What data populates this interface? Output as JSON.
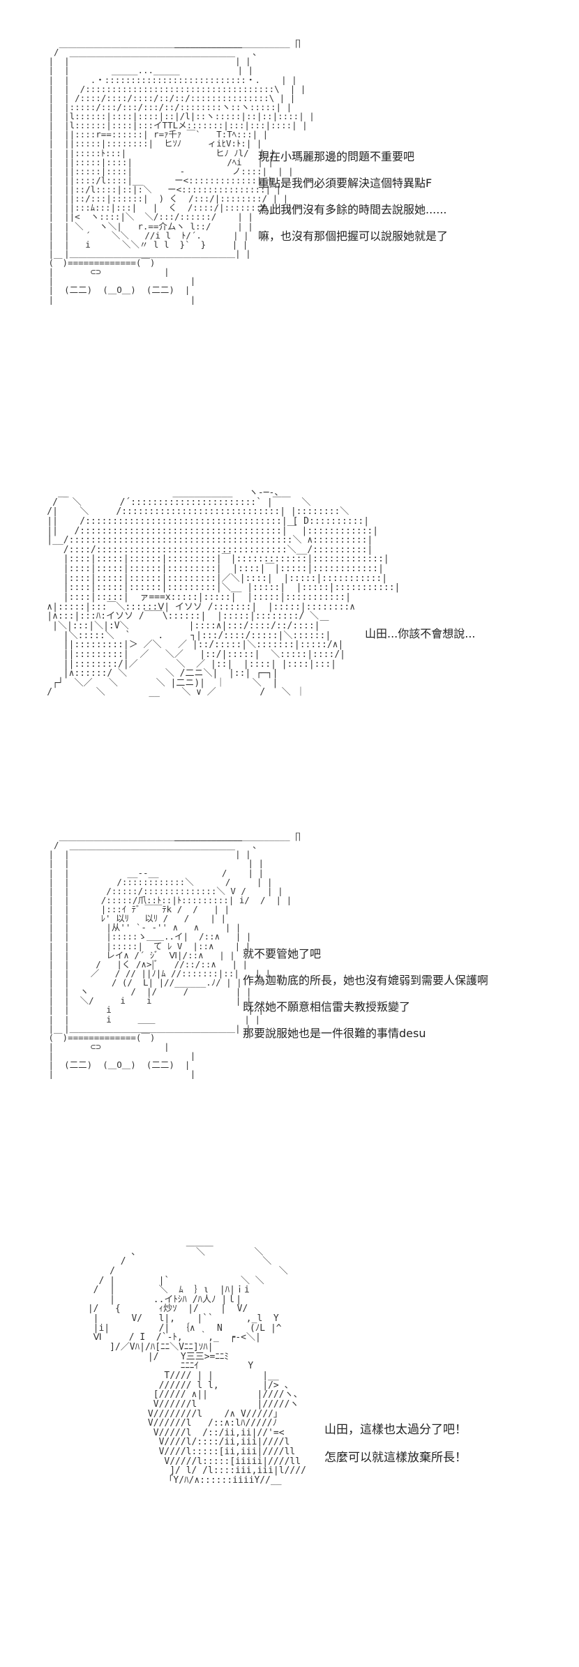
{
  "panels": [
    {
      "id": "panel-1",
      "art": "                         ______________________ ∏\n  /￣￣￣￣￣￣￣￣￣￣￣￣￣￣￣￣￣￣￣￣￣  、\n |  |￣￣￣￣￣￣￣￣￣￣￣￣￣￣￣￣￣￣￣| |\n |  |        _____..._____           | |\n |  |    .・:::::::::::::::::::::::::::・.    | |\n |  |  /::::::::::::::::::::::::::::::::::::\\  | |\n |  | /::::/::::/::::/::/::/:::::::::::::::\\ | |\n |  |:::::/:::/:::/:::/::/::::::::ヽ::ヽ:::::| |\n |  |l::::::|::::|::::|::|/l|::ヽ:::::|::|::|::::| |\n |  |l::::::|::::|:::イTTLメ:::::::|:::|:::|::::| |\n |  ||::::r==::::::| r=ｧ千ｧ ￣`   T:Tﾍ:::| |\n |  ||:::::|::::::::|  ヒｿﾉ     ィiﾋV:ﾄ:| |\n |  ||:::::ﾄ:::|                 ヒﾉ ﾉl/  | |\n |  ||:::::|::::|                  /ﾍi   | |\n |  ||:::::|::::|         -         ノ::::|  | |\n |  ||::::/l::::|__      ー<:::::::::::::| |\n |  ||::/l::::|::|:＼   ー<::::::::::::::::| |\n |  ||::/:::|::::::|  ) く  /:::/|::::::::/ | |\n |  ||:::ﾑ:::|:::|   |  く  /::::/|:::::::/  | |\n |  ||<  ヽ::::|＼  ＼/:::/::::::/    | |\n |  | ＼   ヽ＼|   r.==介ムヽ l::/     | |\n |  |   ´    ＼＼   //i l  ﾄ/´.      | |\n |  |   i      ＼＼〃 l l  }`  }     | |\n |  |＿＿＿＿＿＿＿＿＿＿＿＿＿＿＿＿＿＿＿| |\n (￣)=============(￣)\n |       ⊂⊃            |\n |                          |\n |  (二二)  (＿O＿)  (二二)  |\n |                          |",
      "lines": [
        "現在小瑪麗那邊的問題不重要吧",
        "重點是我們必須要解決這個特異點F",
        "為此我們沒有多餘的時間去說服她......",
        "嘛，也沒有那個把握可以說服她就是了"
      ]
    },
    {
      "id": "panel-2",
      "art": "       _                   ___________   ヽ-─-、\n     /￣ ＼       /´:::::::::::::::::::::::` |￣￣  ＼\n    /|    ＼     /:::::::::::::::::::::::::::::| |::::::::＼\n    ||    /::::::::::::::::::::::::::::::::::::| [ D::::::::::|\n    ||   /:::::::::::::::::::::::::::::::::::::|￣ |::::::::::::|\n    |__/:::::::::::::::::::::::::::::::::::::::::＼ ∧::::::::::|\n       /::::/:::::::::::::::::::::::::::::::::::＼__/::::::::::|\n       |::::|:::::|::::::|:::::::::|￣|:::::::::::::|:::::::::::::|\n       |::::|:::::|::::::|:::::::::|  |::::|￣|:::::|::::::::::::|\n       |::::|:::::|::::::|:::::::::|／＼|::::|  |:::::|:::::::::::|\n       |::::|:::::|::::::|:::::::::|＼__ |:::::|  |:::::|:::::::::::|\n       |::::|:::::|  ァ===x:::::|:::::|  |:::::|:::::::::::|\n    ∧|:::::|:::￣＼::::::Ⅴ| イソソ /:::::::|  |:::::|::::::::∧\n    |∧:::|:::ﾊ:イソソ /￣￣\\::::::|  |:::::|::::::::/ ＼\n     |＼|:::|＼|:V＼           |::::∧|:::/::::/::/::::|￣\n       |＼:::::＼  `     .     ┐|:::/::::/:::::|＼::::::|\n       ||:::::::::|＞ ／＼   ／ |::/:::::|＼:::::::|:::::/∧|\n       ||:::::::::|  ／   ＼／   |::/|:::::|  ＼:::::|::::/|\n       ||::::::::/|／       ＼  ／ |::|  |::::| |::::|:::|\n       |∧::::::/ ＼       ＼ /二ニ＼|  |::| ┌─┐|\n     ┌┘  ＼／   ＼       ＼ |二ニ)|  ｜     ＼  |\n    /        ＼        __    ＼ ∨ ／        /   ＼ ｜",
      "lines": [
        "山田...你該不會想說..."
      ]
    },
    {
      "id": "panel-3",
      "art": "                         ______________________ ∏\n  /￣￣￣￣￣￣￣￣￣￣￣￣￣￣￣￣￣￣￣￣￣  、\n |  |￣￣￣￣￣￣￣￣￣￣￣￣￣￣￣￣￣￣￣| |\n |  |                                  | |\n |  |           __--__            /    | |\n |  |         /::::::::::::＼      /     | |\n |  |       /:::::/::::::::::::::＼ V /    | |\n |  |      /:::::/爪::ﾄ::|ﾄ:::::::::| i/  /  | |\n |  |      |:::ｲ ﾃ゛￣￣ﾃk /  /   | |\n |  |      ﾚ' 以ﾘ   以ﾘ /   /    | |\n |  |       |从'' `- -'' ∧   ∧     | |\n |  |       |:::::ゝ＿＿..イ|  /::∧   | |\n |  |       |:::::|  て ﾚ V  |::∧    | |\n |  |       レイ∧ /´ ｼﾞ  Ⅵ|/::∧   | |\n |  |     /   |く /∧>|ﾞ   //::/::∧   | |\n |  |    ／   / // ||ﾉ|ﾑ //:::::::|::|   | |\n |  |        / (/  L| |//______.ﾉ/ | |\n |  |  ヽ        /  |/     /         | |\n |  |  ＼/     i    i                | |\n |  |       i                          | |\n |  |       i     ＿＿                 | |\n |  |＿＿＿＿＿＿＿＿＿＿＿＿＿＿＿＿＿＿＿| |\n (￣)=============(￣)\n |       ⊂⊃            |\n |                          |\n |  (二二)  (＿O＿)  (二二)  |\n |                          |",
      "lines": [
        "就不要管她了吧",
        "作為迦勒底的所長，她也沒有媲弱到需要人保護啊",
        "既然她不願意相信雷夫教授叛變了",
        "那要說服她也是一件很難的事情desu"
      ]
    },
    {
      "id": "panel-4",
      "art": "                   ＿＿＿\n         ､           ＼         ＼\n       /                         ＼\n     /                              ＼\n   / |        |`             ＼ ＼\n  /  |        ＼  ﾑ  ｝ι  |ﾊ|ｉi\n     |       ..イﾄｼﾊ /ﾊ人ﾉ |ｌ|\n ∣/   {       ｨ炒ｿ  |/    |  V/\n  |      V/   l|,    |``      ,_l  Y\n  |i|         /|  ｛∧    N     (ﾉL |^\n  Ⅵ     / I  /`-ﾄ,   ｀,_  ┍-<＼|\n     ]/／Vﾊ|/ﾊ[ﾆﾆ＼Vﾆﾆ]ｿﾊ|\n            |/    Y三三>=ﾆﾆﾐ\n                  ﾆﾆﾆｲ         Y\n               T//// | |         |__\n              ////// l l,        |/> 、\n             [///// ∧||         |////ヽ、\n             V//////l           |/////ヽ\n            V////////l    /∧ V/////」\n            V//////l   /::∧:lﾊ/////ﾉ\n             V/////l  /::/ii,ii|//'=<\n              V////l/::::/ii,iii|////l\n              V////l:::::[ii,iii|////ll\n               V/////l:::::[iiiii|////ll\n                ]/ l/ /l::::iii,iii|l////\n               「Y/ﾊ/∧::::::iiiiY//__",
      "lines": [
        "山田，這樣也太過分了吧！",
        "怎麼可以就這樣放棄所長！"
      ]
    }
  ]
}
